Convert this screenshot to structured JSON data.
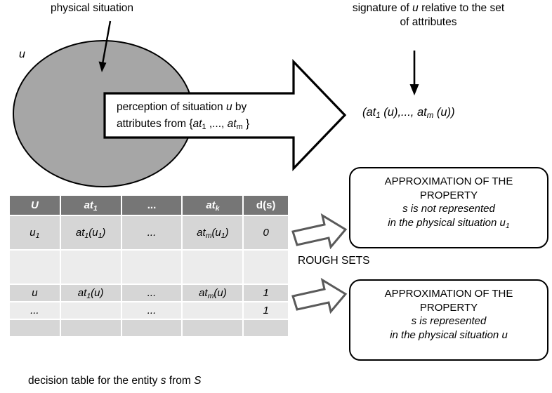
{
  "labels": {
    "physical_situation": "physical situation",
    "signature_line1": "signature of u relative to the set",
    "signature_line2": "of attributes",
    "circle_u": "u",
    "rough_sets": "ROUGH SETS",
    "caption": "decision table  for the entity s from S"
  },
  "perception_arrow": {
    "line1_a": "perception of situation ",
    "line1_b": "u",
    "line1_c": " by",
    "line2_a": "attributes from {",
    "line2_b": "at",
    "line2_b_sub": "1",
    "line2_c": " ,..., ",
    "line2_d": "at",
    "line2_d_sub": "m",
    "line2_e": " }"
  },
  "signature_formula": {
    "open": "(",
    "at1": "at",
    "at1_sub": "1",
    "arg1": " (u),..., ",
    "atm": "at",
    "atm_sub": "m",
    "arg2": " (u))"
  },
  "decision_table": {
    "headers": [
      {
        "text": "U",
        "sub": "",
        "italic": true
      },
      {
        "text": "at",
        "sub": "1",
        "italic": true
      },
      {
        "text": "...",
        "sub": "",
        "italic": false
      },
      {
        "text": "at",
        "sub": "k",
        "italic": true
      },
      {
        "text": "d(s)",
        "sub": "",
        "italic": false
      }
    ],
    "rows": [
      {
        "shade": "a",
        "tall": true,
        "cells": [
          {
            "text": "u",
            "sub": "1",
            "align": "center"
          },
          {
            "text": "at",
            "sub": "1",
            "suffix": "(u",
            "suffix_sub": "1",
            "suffix_end": ")",
            "align": "center"
          },
          {
            "text": "...",
            "sub": "",
            "align": "left"
          },
          {
            "text": "at",
            "sub": "m",
            "suffix": "(u",
            "suffix_sub": "1",
            "suffix_end": ")",
            "align": "center"
          },
          {
            "text": "0",
            "sub": "",
            "align": "center"
          }
        ]
      },
      {
        "shade": "b",
        "tall": true,
        "cells": [
          {
            "text": "",
            "sub": ""
          },
          {
            "text": "",
            "sub": ""
          },
          {
            "text": "",
            "sub": ""
          },
          {
            "text": "",
            "sub": ""
          },
          {
            "text": "",
            "sub": ""
          }
        ]
      },
      {
        "shade": "a",
        "tall": false,
        "cells": [
          {
            "text": "u",
            "sub": "",
            "align": "center"
          },
          {
            "text": "at",
            "sub": "1",
            "suffix": "(u",
            "suffix_sub": "",
            "suffix_end": ")",
            "align": "center"
          },
          {
            "text": "...",
            "sub": "",
            "align": "center"
          },
          {
            "text": "at",
            "sub": "m",
            "suffix": "(u",
            "suffix_sub": "",
            "suffix_end": ")",
            "align": "center"
          },
          {
            "text": "1",
            "sub": "",
            "align": "center"
          }
        ]
      },
      {
        "shade": "b",
        "tall": false,
        "cells": [
          {
            "text": "...",
            "sub": "",
            "align": "center"
          },
          {
            "text": "",
            "sub": ""
          },
          {
            "text": "...",
            "sub": "",
            "align": "center"
          },
          {
            "text": "",
            "sub": ""
          },
          {
            "text": "1",
            "sub": "",
            "align": "center"
          }
        ]
      },
      {
        "shade": "a",
        "tall": false,
        "cells": [
          {
            "text": "",
            "sub": ""
          },
          {
            "text": "",
            "sub": ""
          },
          {
            "text": "",
            "sub": ""
          },
          {
            "text": "",
            "sub": ""
          },
          {
            "text": "",
            "sub": ""
          }
        ]
      }
    ]
  },
  "approx_top": {
    "line1": "APPROXIMATION OF THE",
    "line2": "PROPERTY",
    "line3": "s is not represented",
    "line4_a": "in the physical situation u",
    "line4_sub": "1"
  },
  "approx_bottom": {
    "line1": "APPROXIMATION OF THE",
    "line2": "PROPERTY",
    "line3": "s is represented",
    "line4_a": "in the physical situation u",
    "line4_sub": ""
  },
  "colors": {
    "circle_fill": "#a6a6a6",
    "table_header_bg": "#767676",
    "row_shade_a": "#d6d6d6",
    "row_shade_b": "#ececec",
    "outline": "#000000",
    "block_arrow_outline": "#5a5a5a"
  },
  "icons": {
    "pointer_arrow": "down-right-arrow-icon",
    "vertical_arrow": "down-arrow-icon",
    "big_block_arrow": "right-block-arrow-icon",
    "small_block_arrow": "right-block-arrow-icon"
  }
}
